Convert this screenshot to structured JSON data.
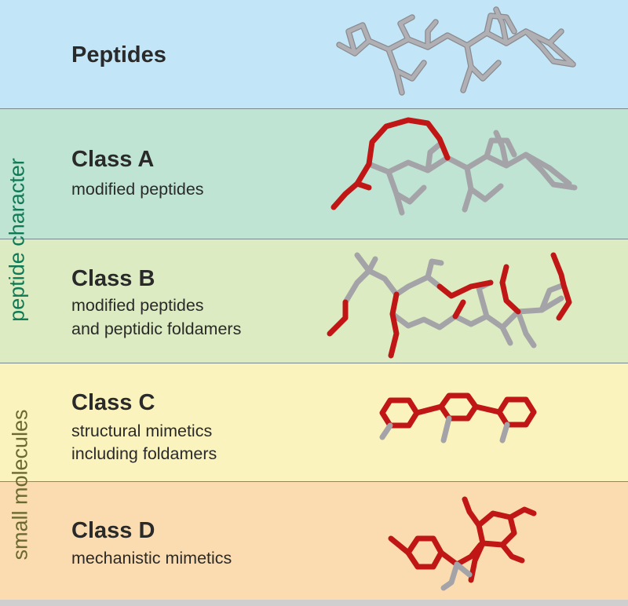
{
  "colors": {
    "peptides_bg": "#c2e6f8",
    "class_a_bg": "#bfe4d3",
    "class_b_bg": "#dcebc2",
    "class_c_bg": "#fbf3bd",
    "class_d_bg": "#fbdcb0",
    "peptide_axis_text": "#0f7a55",
    "small_axis_text": "#6a6a30",
    "bond_gray": "#a4a4a8",
    "bond_red": "#c01616"
  },
  "side_labels": {
    "peptide_character": "peptide character",
    "small_molecules": "small molecules"
  },
  "rows": [
    {
      "title": "Peptides",
      "subtitle_lines": [],
      "structure_icon": "peptide-backbone-stick-model"
    },
    {
      "title": "Class A",
      "subtitle_lines": [
        "modified peptides"
      ],
      "structure_icon": "stapled-peptide-stick-model"
    },
    {
      "title": "Class B",
      "subtitle_lines": [
        "modified peptides",
        "and peptidic foldamers"
      ],
      "structure_icon": "peptidic-foldamer-stick-model"
    },
    {
      "title": "Class C",
      "subtitle_lines": [
        "structural mimetics",
        "including foldamers"
      ],
      "structure_icon": "terphenyl-mimetic-stick-model"
    },
    {
      "title": "Class D",
      "subtitle_lines": [
        "mechanistic mimetics"
      ],
      "structure_icon": "small-molecule-stick-model"
    }
  ]
}
